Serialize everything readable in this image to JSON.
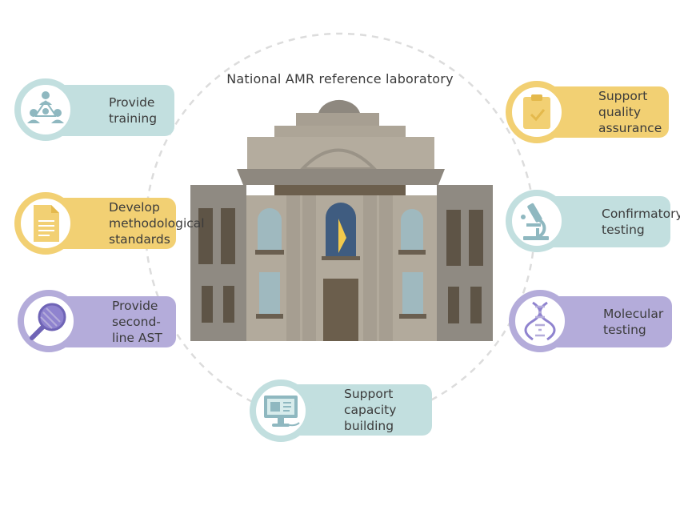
{
  "diagram": {
    "title": "National AMR reference laboratory",
    "colors": {
      "teal": "#c2dfdf",
      "yellow": "#f2d073",
      "purple": "#b4acda",
      "ring": "#d9d9d9",
      "building_main": "#b2aa9c",
      "building_dark": "#8e887f",
      "building_roof": "#a79f92",
      "door": "#6b5e4c"
    },
    "functions": [
      {
        "id": "training",
        "label": "Provide training",
        "color": "teal",
        "icon": "people-network-icon"
      },
      {
        "id": "standards",
        "label": "Develop\nmethodological\nstandards",
        "color": "yellow",
        "icon": "document-icon"
      },
      {
        "id": "second_line_ast",
        "label": "Provide\nsecond-line AST",
        "color": "purple",
        "icon": "magnifier-icon"
      },
      {
        "id": "capacity",
        "label": "Support\ncapacity building",
        "color": "teal",
        "icon": "computer-icon"
      },
      {
        "id": "quality",
        "label": "Support\nquality assurance",
        "color": "yellow",
        "icon": "clipboard-check-icon"
      },
      {
        "id": "confirmatory",
        "label": "Confirmatory\ntesting",
        "color": "teal",
        "icon": "microscope-icon"
      },
      {
        "id": "molecular",
        "label": "Molecular testing",
        "color": "purple",
        "icon": "dna-icon"
      }
    ]
  }
}
